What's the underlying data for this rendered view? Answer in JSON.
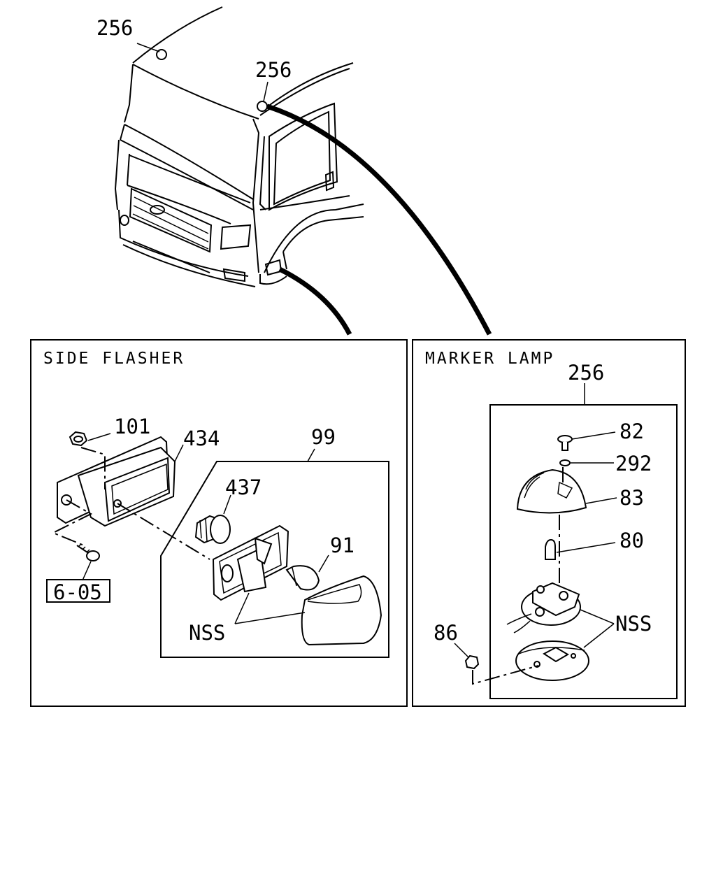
{
  "sections": {
    "side_flasher": {
      "title": "SIDE FLASHER"
    },
    "marker_lamp": {
      "title": "MARKER LAMP"
    }
  },
  "callouts": {
    "roof_left": "256",
    "roof_center": "256",
    "nut_101": "101",
    "housing_434": "434",
    "assy_99": "99",
    "socket_437": "437",
    "bulb_91": "91",
    "ref_605": "6-05",
    "nss_flasher": "NSS",
    "lamp_256": "256",
    "screw_82": "82",
    "washer_292": "292",
    "lens_83": "83",
    "bulb_80": "80",
    "nut_86": "86",
    "nss_marker": "NSS"
  }
}
